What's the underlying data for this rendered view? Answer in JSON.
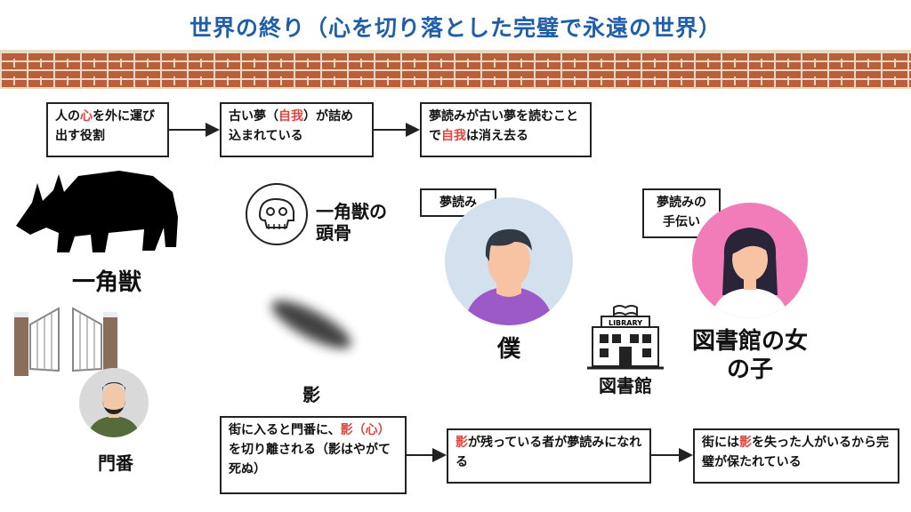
{
  "title": "世界の終り（心を切り落とした完璧で永遠の世界）",
  "flow_top": [
    {
      "pre": "人の",
      "hl": "心",
      "post": "を外に運び出す役割"
    },
    {
      "pre": "古い夢（",
      "hl": "自我",
      "post": "）が詰め込まれている"
    },
    {
      "pre": "夢読みが古い夢を読むことで",
      "hl": "自我",
      "post": "は消え去る"
    }
  ],
  "flow_bottom": [
    {
      "pre": "街に入ると門番に、",
      "hl": "影（心）",
      "post": "を切り離される（影はやがて死ぬ）"
    },
    {
      "pre": "",
      "hl": "影",
      "post": "が残っている者が夢読みになれる"
    },
    {
      "pre": "街には",
      "hl": "影",
      "post": "を失った人がいるから完璧が保たれている"
    }
  ],
  "labels": {
    "unicorn": "一角獣",
    "skull": "一角獣の頭骨",
    "gatekeeper": "門番",
    "shadow": "影",
    "boku": "僕",
    "yumeyomi_tag": "夢読み",
    "helper_tag": "夢読みの手伝い",
    "girl": "図書館の女の子",
    "library": "図書館",
    "library_sign": "LIBRARY"
  },
  "colors": {
    "title": "#1f5fa8",
    "highlight": "#e0443e",
    "brick": "#b9603a",
    "boku_bg": "#d3e1ef",
    "boku_shirt": "#9b5ac7",
    "girl_bg": "#f27bb9"
  }
}
